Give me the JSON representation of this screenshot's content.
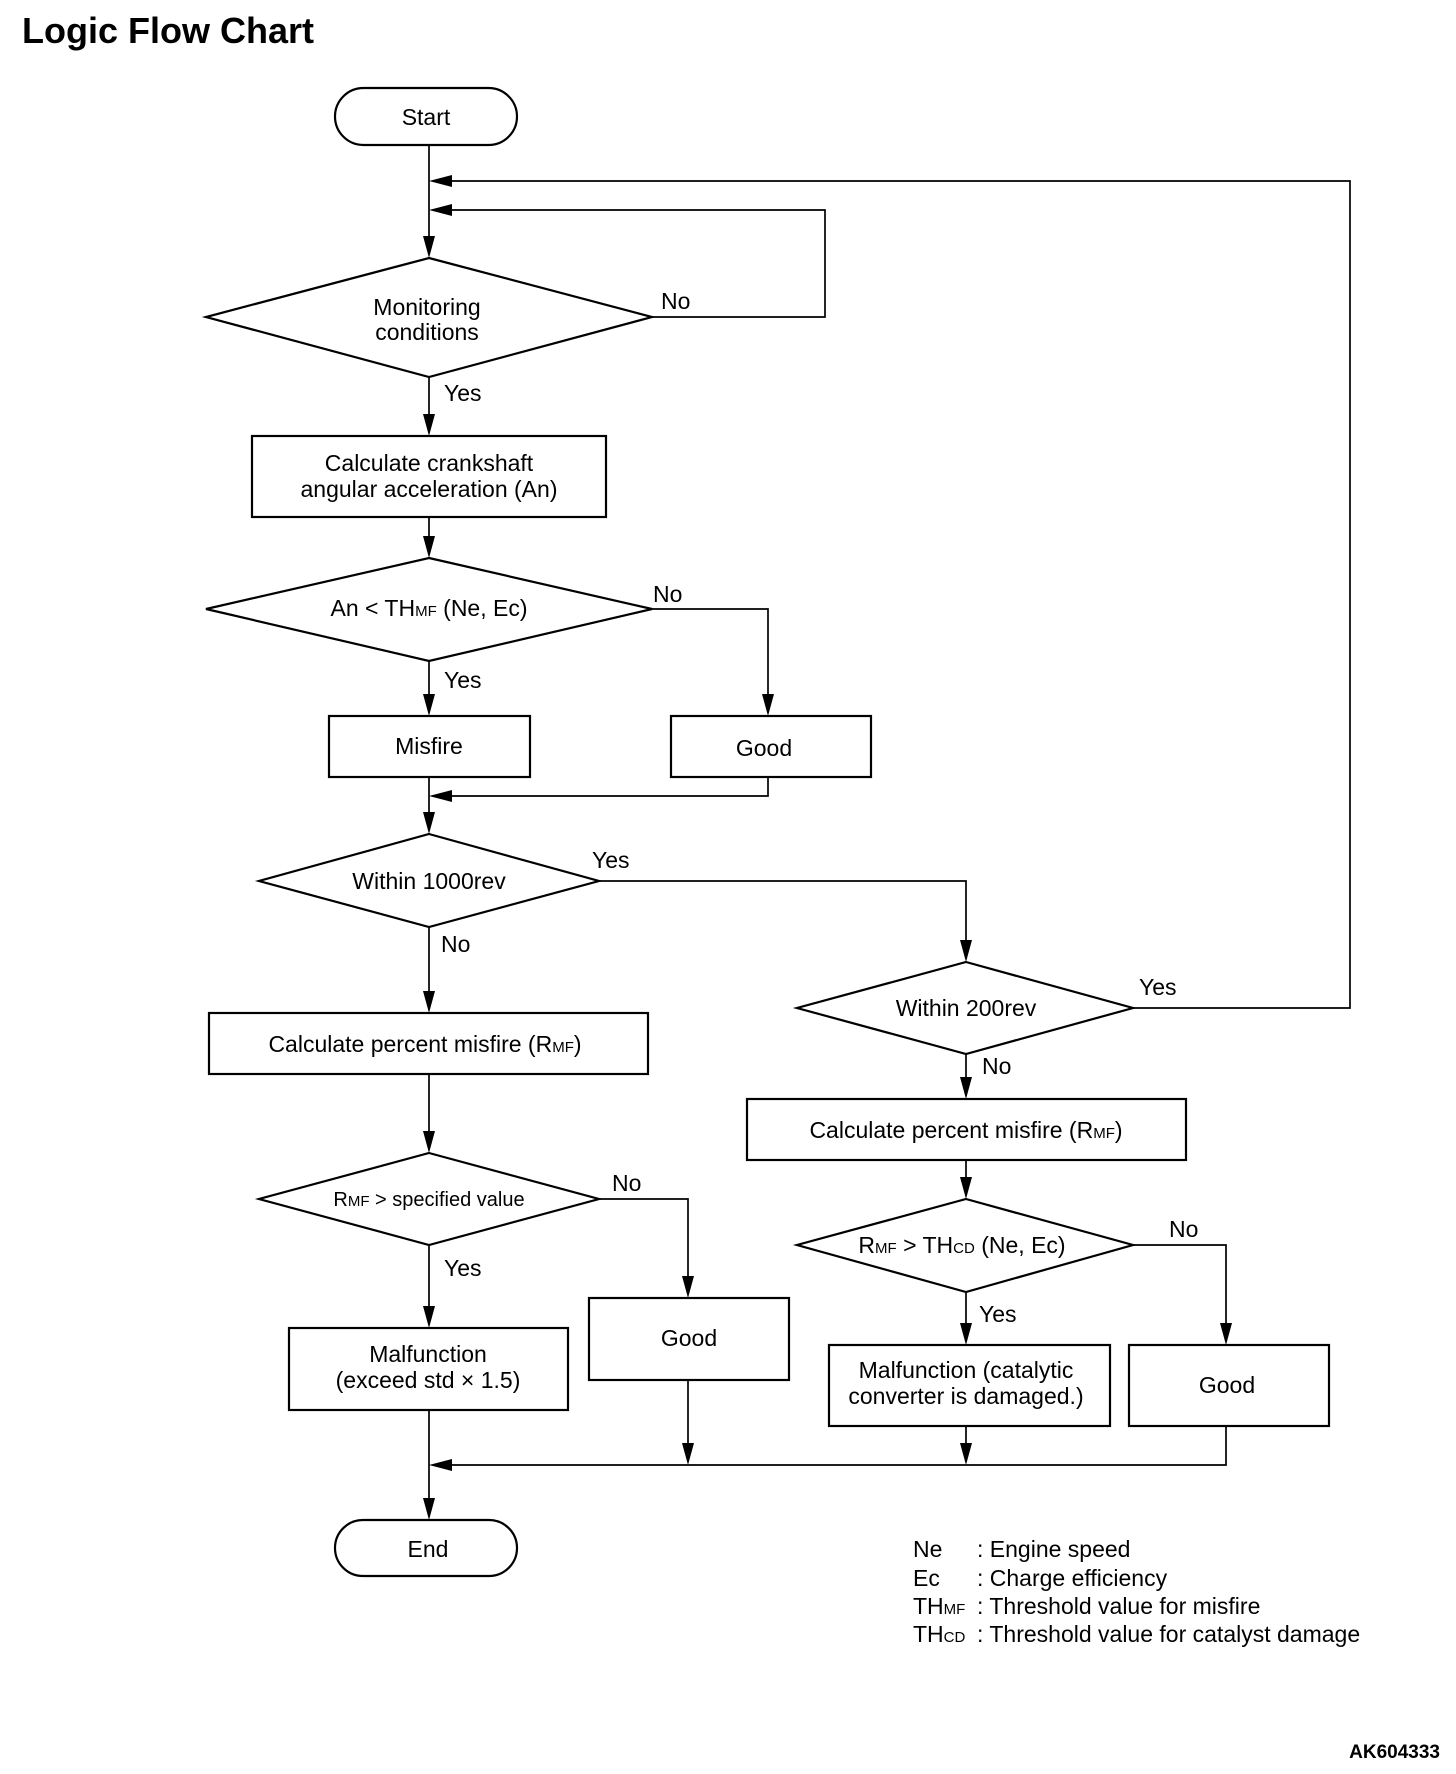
{
  "title": "Logic Flow Chart",
  "doc_code": "AK604333",
  "nodes": {
    "start": "Start",
    "monitoring": [
      "Monitoring",
      "conditions"
    ],
    "calc_accel": [
      "Calculate crankshaft",
      "angular acceleration (An)"
    ],
    "an_compare": {
      "pre": "An < TH",
      "sub": "MF",
      "post": " (Ne, Ec)"
    },
    "misfire": "Misfire",
    "good_1": "Good",
    "within_1000": "Within 1000rev",
    "within_200": "Within 200rev",
    "calc_rmf_left": {
      "pre": "Calculate percent misfire (R",
      "sub": "MF",
      "post": ")"
    },
    "calc_rmf_right": {
      "pre": "Calculate percent misfire (R",
      "sub": "MF",
      "post": ")"
    },
    "rmf_specified": {
      "pre": "R",
      "sub": "MF",
      "post": " > specified value"
    },
    "rmf_thcd": {
      "pre": "R",
      "sub": "MF",
      "mid": " > TH",
      "sub2": "CD",
      "post": " (Ne, Ec)"
    },
    "malfunction_std": [
      "Malfunction",
      "(exceed std × 1.5)"
    ],
    "good_2": "Good",
    "malfunction_cat": [
      "Malfunction (catalytic",
      "converter is damaged.)"
    ],
    "good_3": "Good",
    "end": "End"
  },
  "branch_labels": {
    "monitoring_no": "No",
    "monitoring_yes": "Yes",
    "an_no": "No",
    "an_yes": "Yes",
    "w1000_yes": "Yes",
    "w1000_no": "No",
    "w200_yes": "Yes",
    "w200_no": "No",
    "rmf_spec_no": "No",
    "rmf_spec_yes": "Yes",
    "rmf_thcd_no": "No",
    "rmf_thcd_yes": "Yes"
  },
  "legend": [
    {
      "term": "Ne",
      "sub": "",
      "desc": ": Engine speed"
    },
    {
      "term": "Ec",
      "sub": "",
      "desc": ": Charge efficiency"
    },
    {
      "term": "TH",
      "sub": "MF",
      "desc": ": Threshold value for misfire"
    },
    {
      "term": "TH",
      "sub": "CD",
      "desc": ": Threshold value for catalyst damage"
    }
  ]
}
